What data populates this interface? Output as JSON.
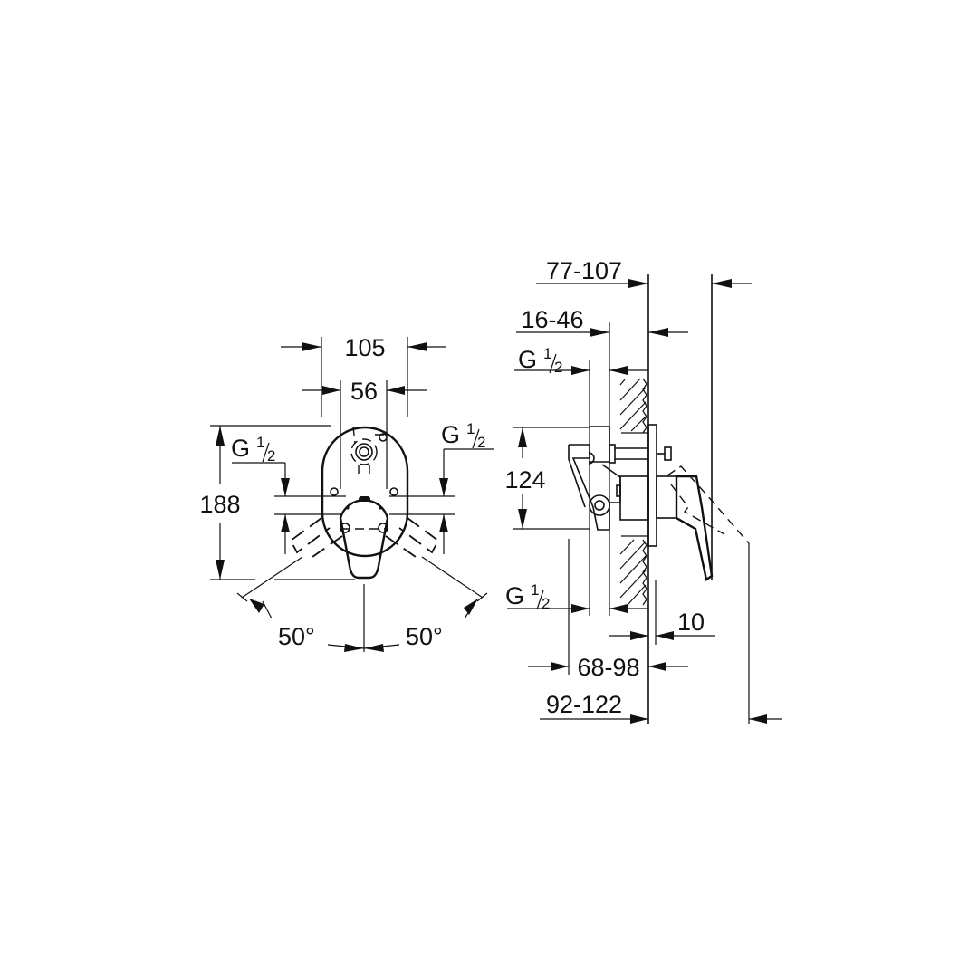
{
  "front_view": {
    "dimensions": {
      "overall_width": "105",
      "inner_width": "56",
      "overall_height": "188",
      "angle_left": "50°",
      "angle_right": "50°"
    },
    "connections": {
      "left": {
        "base": "G",
        "frac_num": "1",
        "frac_den": "2"
      },
      "right": {
        "base": "G",
        "frac_num": "1",
        "frac_den": "2"
      }
    }
  },
  "side_view": {
    "dimensions": {
      "total_depth_top": "77-107",
      "wall_depth": "16-46",
      "body_height": "124",
      "plate_offset": "10",
      "installation_depth": "68-98",
      "total_depth_bottom": "92-122"
    },
    "connections": {
      "top": {
        "base": "G",
        "frac_num": "1",
        "frac_den": "2"
      },
      "bottom": {
        "base": "G",
        "frac_num": "1",
        "frac_den": "2"
      }
    }
  },
  "colors": {
    "line": "#111111",
    "background": "#ffffff"
  }
}
